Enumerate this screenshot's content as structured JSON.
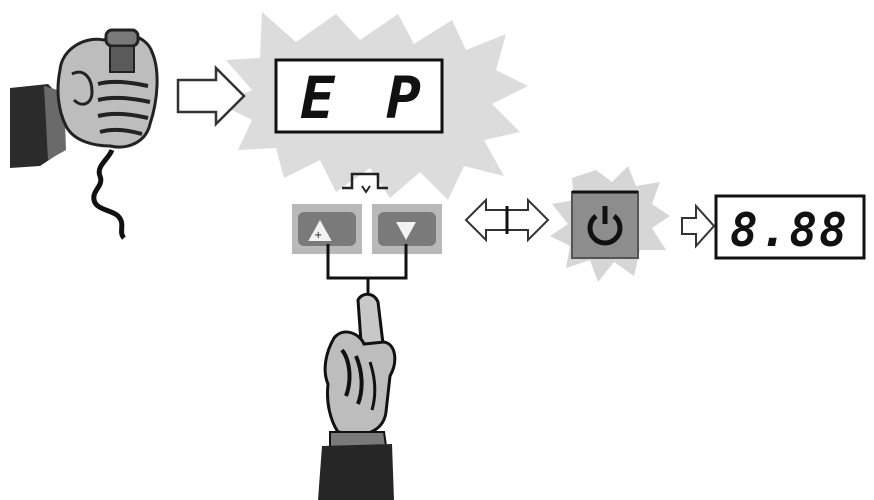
{
  "display_main": {
    "char1": "E",
    "char2": "P"
  },
  "display_small": {
    "value": "8.88"
  },
  "colors": {
    "burst": "#dcdcdc",
    "key_face": "#7a7a7a",
    "key_border": "#b9b9b9",
    "power_face": "#8d8d8d",
    "glyph": "#111111"
  },
  "icons": {
    "left_hand": "hand-holding-probe-icon",
    "arrow": "right-arrow-icon",
    "pulse": "pulse-icon",
    "up_key": "up-triangle-icon",
    "down_key": "down-triangle-icon",
    "double_arrow": "double-arrow-icon",
    "power": "power-icon",
    "pointing_hand": "pointing-hand-icon"
  }
}
